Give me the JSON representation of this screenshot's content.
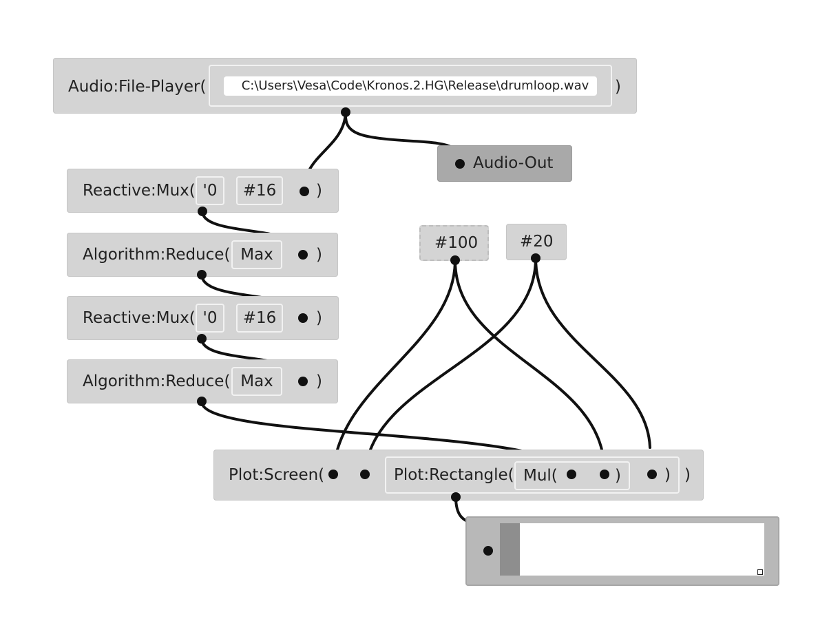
{
  "nodes": {
    "file_player": {
      "label": "Audio:File-Player(",
      "path": "C:\\Users\\Vesa\\Code\\Kronos.2.HG\\Release\\drumloop.wav",
      "close": ")"
    },
    "audio_out": {
      "label": "Audio-Out"
    },
    "mux1": {
      "label": "Reactive:Mux(",
      "arg1": "'0",
      "arg2": "#16",
      "close": ")"
    },
    "reduce1": {
      "label": "Algorithm:Reduce(",
      "arg1": "Max",
      "close": ")"
    },
    "mux2": {
      "label": "Reactive:Mux(",
      "arg1": "'0",
      "arg2": "#16",
      "close": ")"
    },
    "reduce2": {
      "label": "Algorithm:Reduce(",
      "arg1": "Max",
      "close": ")"
    },
    "const100": {
      "label": "#100"
    },
    "const20": {
      "label": "#20"
    },
    "plot_screen": {
      "label": "Plot:Screen(",
      "close": ")"
    },
    "plot_rect": {
      "label": "Plot:Rectangle(",
      "close": ")"
    },
    "mul": {
      "label": "Mul(",
      "close": ")"
    }
  },
  "colors": {
    "node_bg": "#d4d4d4",
    "wire": "#111111",
    "audio_out_bg": "#a9a9a9",
    "screen_bg": "#b8b8b8"
  }
}
